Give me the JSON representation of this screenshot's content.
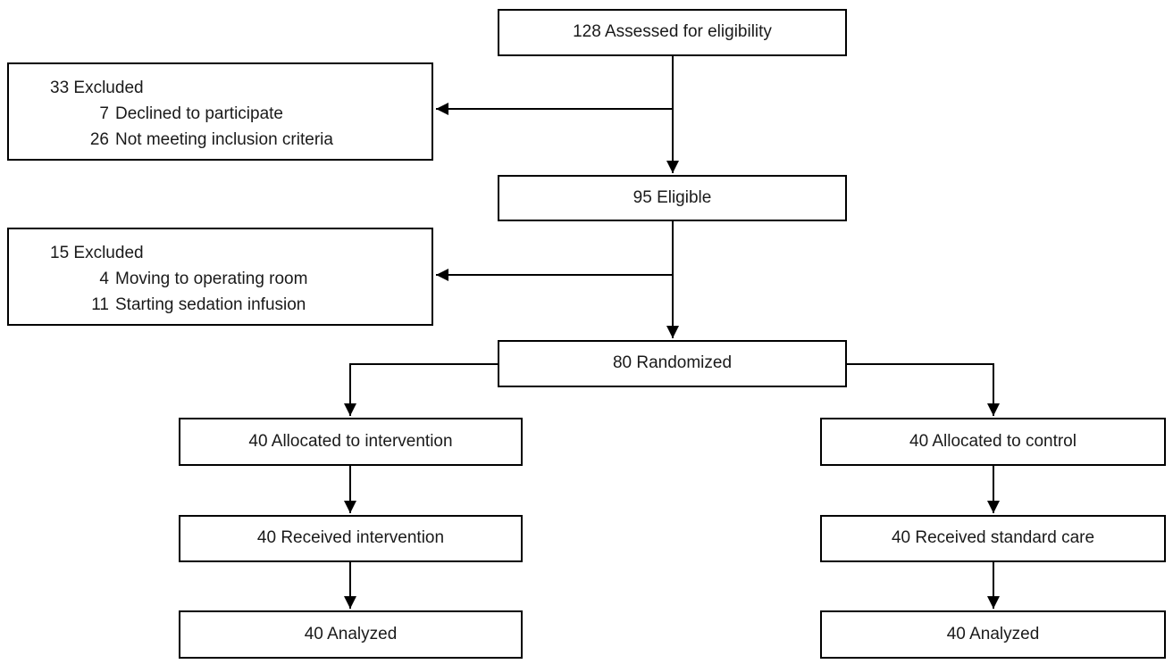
{
  "flow": {
    "assessed": "128 Assessed for eligibility",
    "excluded1": {
      "title": "33 Excluded",
      "items": [
        {
          "count": "7",
          "label": "Declined to participate"
        },
        {
          "count": "26",
          "label": "Not meeting inclusion criteria"
        }
      ]
    },
    "eligible": "95 Eligible",
    "excluded2": {
      "title": "15 Excluded",
      "items": [
        {
          "count": "4",
          "label": "Moving to operating room"
        },
        {
          "count": "11",
          "label": "Starting sedation infusion"
        }
      ]
    },
    "randomized": "80 Randomized",
    "allocated_intervention": "40 Allocated to intervention",
    "allocated_control": "40 Allocated to control",
    "received_intervention": "40 Received intervention",
    "received_control": "40 Received standard care",
    "analyzed_intervention": "40 Analyzed",
    "analyzed_control": "40 Analyzed",
    "colors": {
      "line": "#000000",
      "box_border": "#000000",
      "box_bg": "#ffffff",
      "text": "#1a1a1a"
    }
  }
}
